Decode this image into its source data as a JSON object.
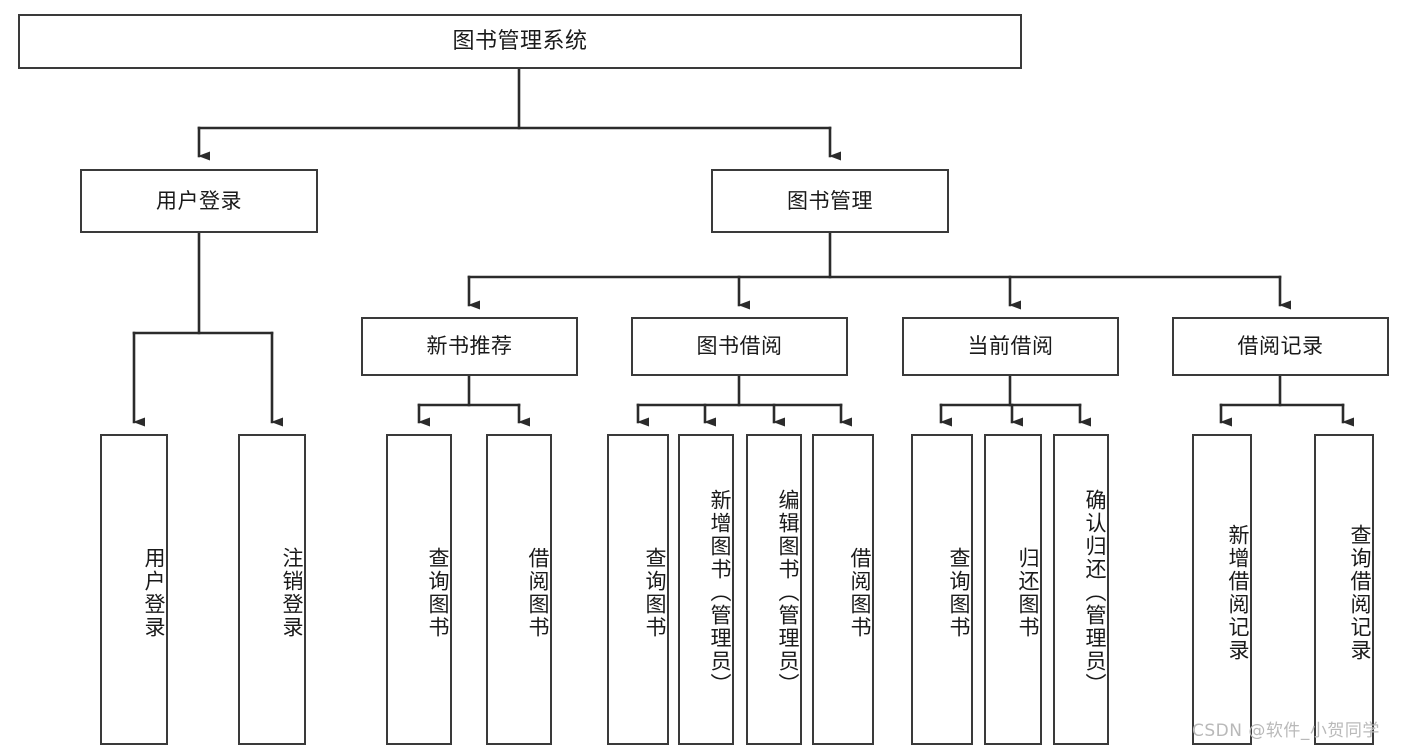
{
  "diagram": {
    "type": "tree",
    "title": "图书管理系统",
    "watermark": "CSDN @软件_小贺同学",
    "colors": {
      "stroke": "#3a3a3a",
      "fill": "#ffffff",
      "text": "#1a1a1a",
      "watermark": "#b9b9b9"
    },
    "nodes": {
      "root": {
        "label": "图书管理系统"
      },
      "level2": [
        {
          "label": "用户登录"
        },
        {
          "label": "图书管理"
        }
      ],
      "level3": [
        {
          "label": "新书推荐"
        },
        {
          "label": "图书借阅"
        },
        {
          "label": "当前借阅"
        },
        {
          "label": "借阅记录"
        }
      ],
      "leaves": {
        "user_login": [
          {
            "label": "用户登录"
          },
          {
            "label": "注销登录"
          }
        ],
        "new_book_recommend": [
          {
            "label": "查询图书"
          },
          {
            "label": "借阅图书"
          }
        ],
        "book_borrow": [
          {
            "label": "查询图书"
          },
          {
            "label": "新增图书（管理员）"
          },
          {
            "label": "编辑图书（管理员）"
          },
          {
            "label": "借阅图书"
          }
        ],
        "current_borrow": [
          {
            "label": "查询图书"
          },
          {
            "label": "归还图书"
          },
          {
            "label": "确认归还（管理员）"
          }
        ],
        "borrow_record": [
          {
            "label": "新增借阅记录"
          },
          {
            "label": "查询借阅记录"
          }
        ]
      }
    }
  }
}
